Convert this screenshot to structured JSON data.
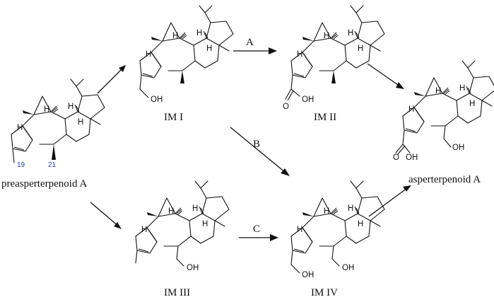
{
  "numbering_color": "#1f3fbf",
  "compounds": {
    "preasperterpenoid_a": {
      "name": "preasperterpenoid A",
      "label_19": "19",
      "label_21": "21"
    },
    "im1": {
      "name": "IM I",
      "group": "OH"
    },
    "im2": {
      "name": "IM II",
      "group": "OH",
      "carbonyl": "O"
    },
    "im3": {
      "name": "IM III",
      "group": "OH"
    },
    "im4": {
      "name": "IM IV",
      "group_left": "OH",
      "group_right": "OH"
    },
    "asperterpenoid_a": {
      "name": "asperterpenoid A",
      "group_acid": "OH",
      "carbonyl": "O",
      "group_alcohol": "OH"
    }
  },
  "atom_labels": {
    "hydrogen": "H"
  },
  "steps": {
    "a": "A",
    "b": "B",
    "c": "C"
  }
}
